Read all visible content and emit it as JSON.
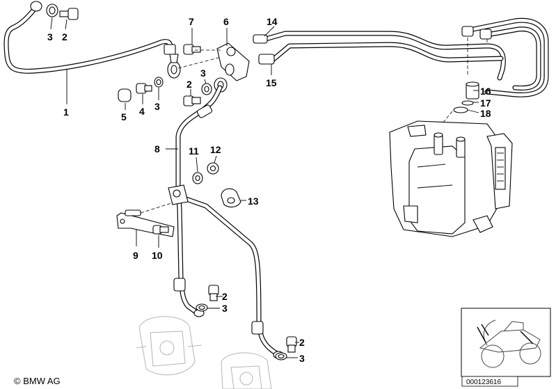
{
  "diagram": {
    "copyright": "© BMW AG",
    "document_number": "000123616",
    "part_labels": {
      "p1": "1",
      "p2a": "2",
      "p2b": "2",
      "p2c": "2",
      "p2d": "2",
      "p3a": "3",
      "p3b": "3",
      "p3c": "3",
      "p3d": "3",
      "p3e": "3",
      "p4": "4",
      "p5": "5",
      "p6": "6",
      "p7": "7",
      "p8": "8",
      "p9": "9",
      "p10": "10",
      "p11": "11",
      "p12": "12",
      "p13": "13",
      "p14": "14",
      "p15": "15",
      "p16": "16",
      "p17": "17",
      "p18": "18"
    }
  }
}
